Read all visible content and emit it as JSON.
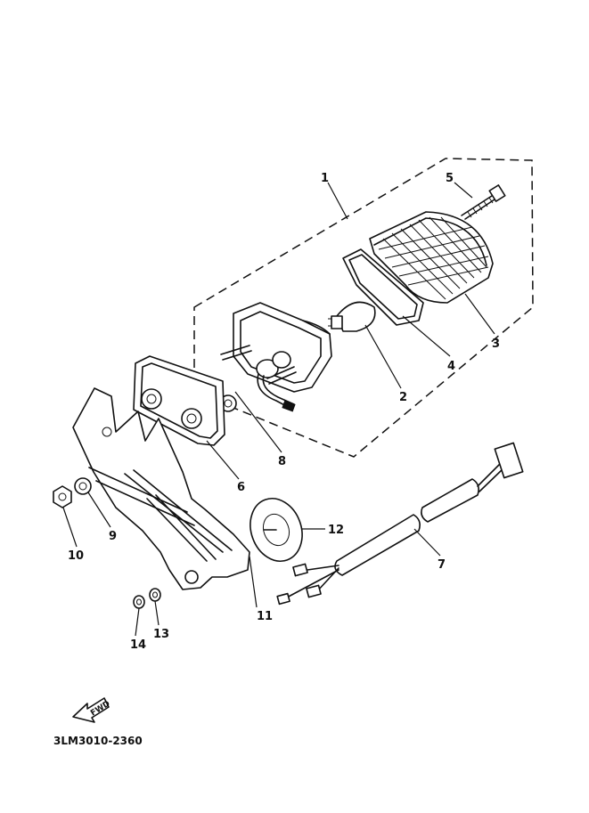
{
  "diagram": {
    "code": "3LM3010-2360",
    "fwd_label": "FWD",
    "parts": [
      {
        "id": "part-1",
        "label": "1"
      },
      {
        "id": "part-2",
        "label": "2"
      },
      {
        "id": "part-3",
        "label": "3"
      },
      {
        "id": "part-4",
        "label": "4"
      },
      {
        "id": "part-5",
        "label": "5"
      },
      {
        "id": "part-6",
        "label": "6"
      },
      {
        "id": "part-7",
        "label": "7"
      },
      {
        "id": "part-8",
        "label": "8"
      },
      {
        "id": "part-9",
        "label": "9"
      },
      {
        "id": "part-10",
        "label": "10"
      },
      {
        "id": "part-11",
        "label": "11"
      },
      {
        "id": "part-12",
        "label": "12"
      },
      {
        "id": "part-13",
        "label": "13"
      },
      {
        "id": "part-14",
        "label": "14"
      }
    ]
  }
}
